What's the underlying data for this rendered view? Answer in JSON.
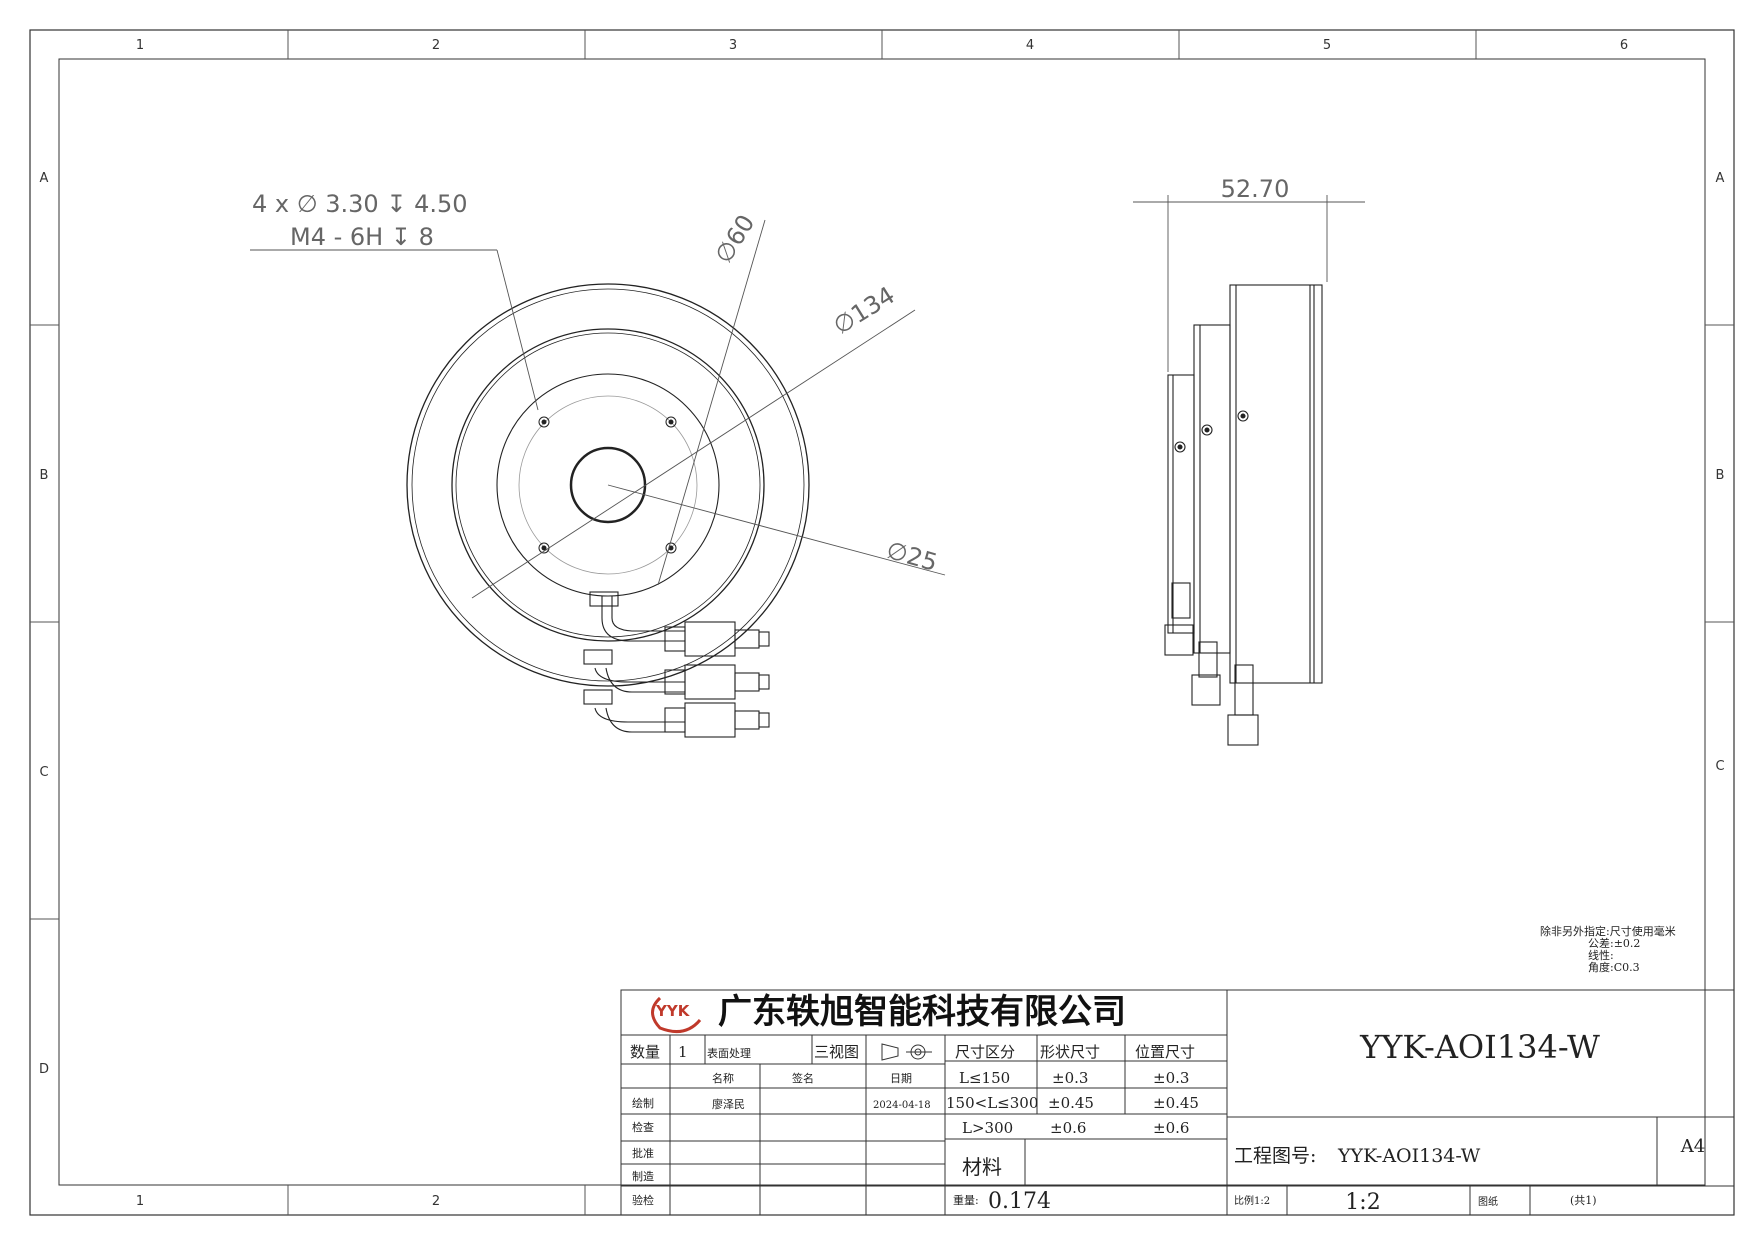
{
  "border": {
    "columns": [
      "1",
      "2",
      "3",
      "4",
      "5",
      "6"
    ],
    "rows": [
      "A",
      "B",
      "C",
      "D"
    ]
  },
  "front_view": {
    "hole_note_line1": "4 x ∅ 3.30 ↧ 4.50",
    "hole_note_line2": "M4 - 6H ↧ 8",
    "dim_phi60": "∅60",
    "dim_phi134": "∅134",
    "dim_phi25": "∅25"
  },
  "side_view": {
    "dim_width": "52.70"
  },
  "general_notes": {
    "line1": "除非另外指定:尺寸使用毫米",
    "line2": "公差:±0.2",
    "line3": "线性:",
    "line4": "角度:C0.3"
  },
  "title_block": {
    "logo_text": "YYK",
    "company": "广东轶旭智能科技有限公司",
    "drawing_title": "YYK-AOI134-W",
    "quantity_label": "数量",
    "quantity_value": "1",
    "surface_label": "表面处理",
    "views_label": "三视图",
    "name_label": "名称",
    "signature_label": "签名",
    "date_label": "日期",
    "draw_label": "绘制",
    "drawer_name": "廖泽民",
    "draw_date": "2024-04-18",
    "check_label": "检查",
    "approve_label": "批准",
    "make_label": "制造",
    "inspect_label": "验检",
    "tol_header_size": "尺寸区分",
    "tol_header_form": "形状尺寸",
    "tol_header_pos": "位置尺寸",
    "tol_rows": [
      {
        "range": "L≤150",
        "form": "±0.3",
        "pos": "±0.3"
      },
      {
        "range": "150<L≤300",
        "form": "±0.45",
        "pos": "±0.45"
      },
      {
        "range": "L>300",
        "form": "±0.6",
        "pos": "±0.6"
      }
    ],
    "material_label": "材料",
    "weight_label": "重量:",
    "weight_value": "0.174",
    "drawing_no_label": "工程图号:",
    "drawing_no": "YYK-AOI134-W",
    "sheet_size": "A4",
    "scale_label": "比例1:2",
    "scale_value": "1:2",
    "paper_label": "图纸",
    "sheet_count": "(共1)"
  }
}
